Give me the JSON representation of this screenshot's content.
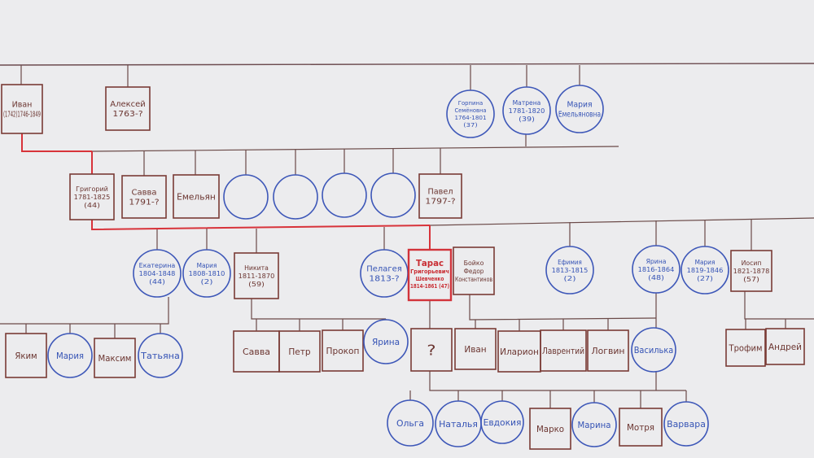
{
  "people": [
    {
      "id": "ivan_top",
      "lines": [
        "Иван",
        "(1742)1746-1849"
      ],
      "sex": "m"
    },
    {
      "id": "aleksei",
      "lines": [
        "Алексей",
        "1763-?"
      ],
      "sex": "m"
    },
    {
      "id": "gorpyna",
      "lines": [
        "Горпина",
        "Семёновна",
        "1764-1801",
        "(37)"
      ],
      "sex": "f"
    },
    {
      "id": "matrena",
      "lines": [
        "Матрена",
        "1781-1820",
        "(39)"
      ],
      "sex": "f"
    },
    {
      "id": "mariya_em",
      "lines": [
        "Мария",
        "Емельяновна"
      ],
      "sex": "f"
    },
    {
      "id": "grigorii",
      "lines": [
        "Григорий",
        "1781-1825",
        "(44)"
      ],
      "sex": "m"
    },
    {
      "id": "savva1",
      "lines": [
        "Савва",
        "1791-?"
      ],
      "sex": "m"
    },
    {
      "id": "emelyan",
      "lines": [
        "Емельян"
      ],
      "sex": "m"
    },
    {
      "id": "unk1",
      "lines": [
        ""
      ],
      "sex": "f"
    },
    {
      "id": "unk2",
      "lines": [
        ""
      ],
      "sex": "f"
    },
    {
      "id": "unk3",
      "lines": [
        ""
      ],
      "sex": "f"
    },
    {
      "id": "unk4",
      "lines": [
        ""
      ],
      "sex": "f"
    },
    {
      "id": "pavel",
      "lines": [
        "Павел",
        "1797-?"
      ],
      "sex": "m"
    },
    {
      "id": "ekaterina",
      "lines": [
        "Екатерина",
        "1804-1848",
        "(44)"
      ],
      "sex": "f"
    },
    {
      "id": "mariya2",
      "lines": [
        "Мария",
        "1808-1810",
        "(2)"
      ],
      "sex": "f"
    },
    {
      "id": "nikita",
      "lines": [
        "Никита",
        "1811-1870",
        "(59)"
      ],
      "sex": "m"
    },
    {
      "id": "pelageya",
      "lines": [
        "Пелагея",
        "1813-?"
      ],
      "sex": "f"
    },
    {
      "id": "taras",
      "lines": [
        "Тарас",
        "Григорьевич",
        "Шевченко",
        "1814-1861 (47)"
      ],
      "sex": "m"
    },
    {
      "id": "boiko",
      "lines": [
        "Бойко",
        "Федор",
        "Константинов"
      ],
      "sex": "m"
    },
    {
      "id": "efimiya",
      "lines": [
        "Ефимия",
        "1813-1815",
        "(2)"
      ],
      "sex": "f"
    },
    {
      "id": "yarina1",
      "lines": [
        "Ярина",
        "1816-1864",
        "(48)"
      ],
      "sex": "f"
    },
    {
      "id": "mariya3",
      "lines": [
        "Мария",
        "1819-1846",
        "(27)"
      ],
      "sex": "f"
    },
    {
      "id": "iosip",
      "lines": [
        "Иосип",
        "1821-1878",
        "(57)"
      ],
      "sex": "m"
    },
    {
      "id": "yakim",
      "lines": [
        "Яким"
      ],
      "sex": "m"
    },
    {
      "id": "mariya4",
      "lines": [
        "Мария"
      ],
      "sex": "f"
    },
    {
      "id": "maksim",
      "lines": [
        "Максим"
      ],
      "sex": "m"
    },
    {
      "id": "tatyana",
      "lines": [
        "Татьяна"
      ],
      "sex": "f"
    },
    {
      "id": "savva2",
      "lines": [
        "Савва"
      ],
      "sex": "m"
    },
    {
      "id": "petr",
      "lines": [
        "Петр"
      ],
      "sex": "m"
    },
    {
      "id": "prokop",
      "lines": [
        "Прокоп"
      ],
      "sex": "m"
    },
    {
      "id": "yarina2",
      "lines": [
        "Ярина"
      ],
      "sex": "f"
    },
    {
      "id": "unknown_q",
      "lines": [
        "?"
      ],
      "sex": "m"
    },
    {
      "id": "ivan2",
      "lines": [
        "Иван"
      ],
      "sex": "m"
    },
    {
      "id": "illarion",
      "lines": [
        "Иларион"
      ],
      "sex": "m"
    },
    {
      "id": "lavrentii",
      "lines": [
        "Лаврентий"
      ],
      "sex": "m"
    },
    {
      "id": "logvin",
      "lines": [
        "Логвин"
      ],
      "sex": "m"
    },
    {
      "id": "vasilka",
      "lines": [
        "Василька"
      ],
      "sex": "f"
    },
    {
      "id": "trofim",
      "lines": [
        "Трофим"
      ],
      "sex": "m"
    },
    {
      "id": "andrei",
      "lines": [
        "Андрей"
      ],
      "sex": "m"
    },
    {
      "id": "olga",
      "lines": [
        "Ольга"
      ],
      "sex": "f"
    },
    {
      "id": "natalya",
      "lines": [
        "Наталья"
      ],
      "sex": "f"
    },
    {
      "id": "evdokiya",
      "lines": [
        "Евдокия"
      ],
      "sex": "f"
    },
    {
      "id": "marko",
      "lines": [
        "Марко"
      ],
      "sex": "m"
    },
    {
      "id": "marina",
      "lines": [
        "Марина"
      ],
      "sex": "f"
    },
    {
      "id": "motrya",
      "lines": [
        "Мотря"
      ],
      "sex": "m"
    },
    {
      "id": "varvara",
      "lines": [
        "Варвара"
      ],
      "sex": "f"
    }
  ],
  "lineage_path": [
    "ivan_top",
    "grigorii",
    "taras"
  ]
}
